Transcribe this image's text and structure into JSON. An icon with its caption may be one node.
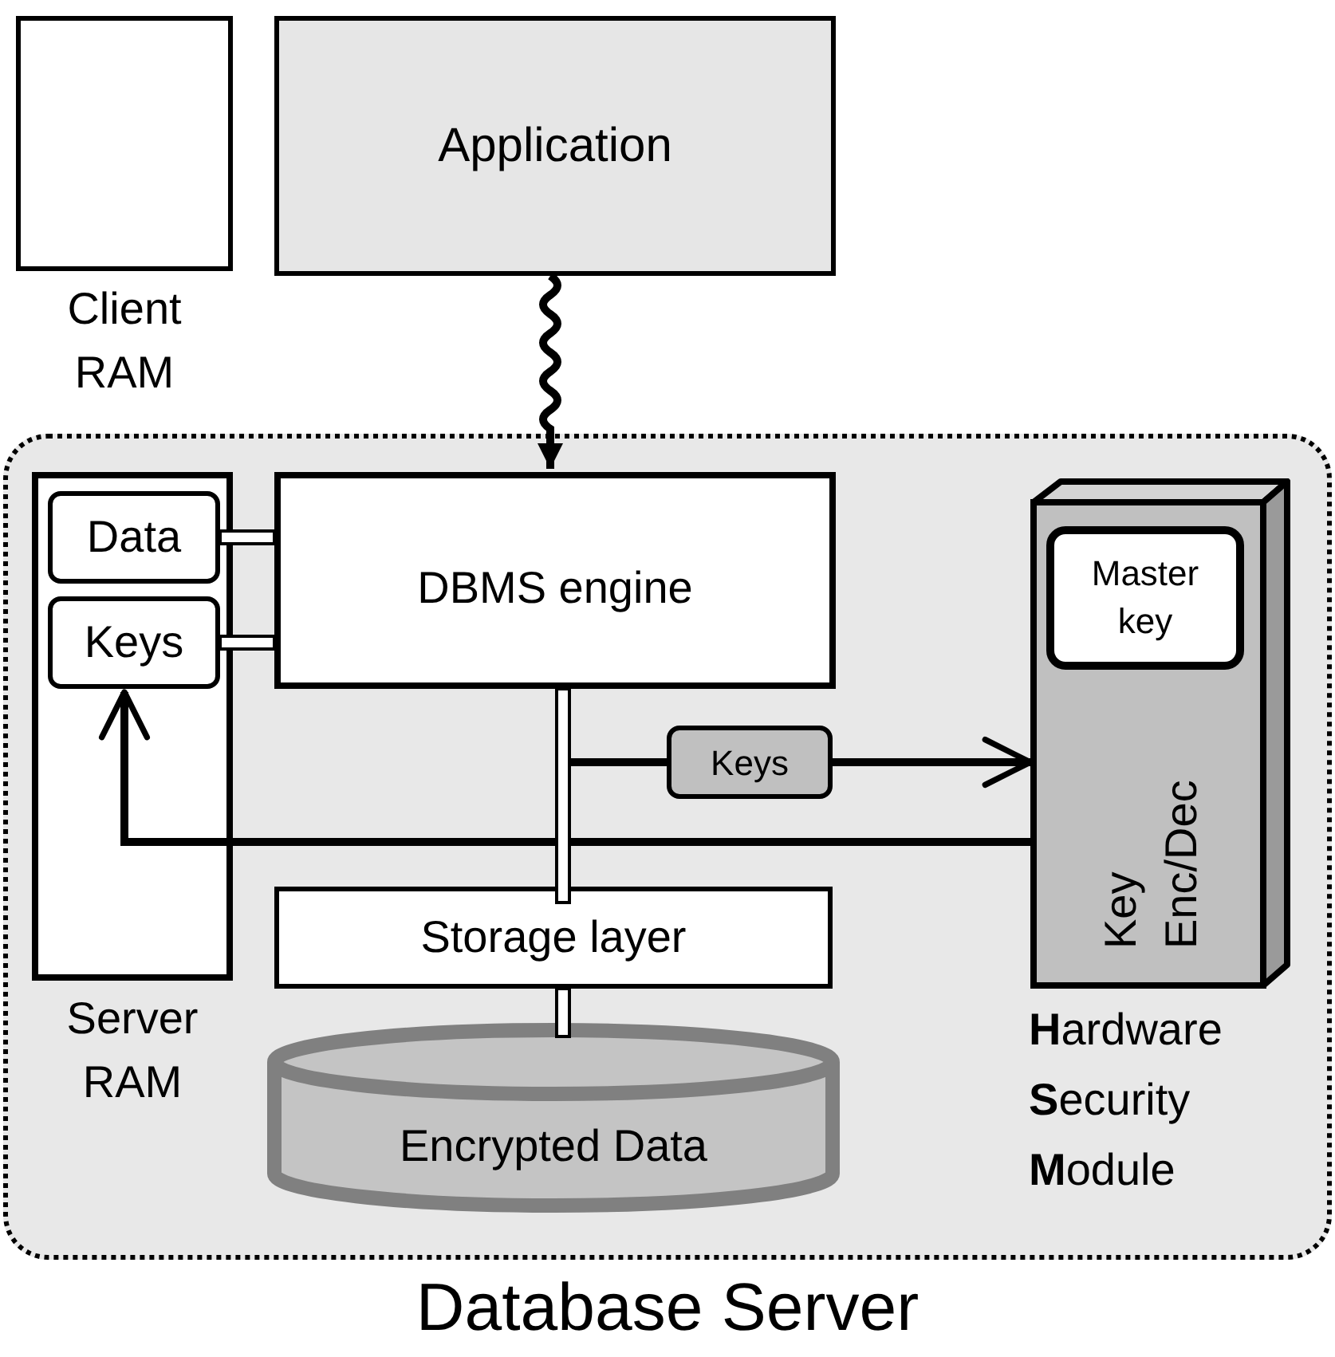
{
  "diagram": {
    "nodes": [
      {
        "text": [
          "Client RAM"
        ]
      },
      {
        "text": [
          "Application"
        ]
      },
      {
        "text": [
          "Database Server"
        ]
      },
      {
        "text": [
          "Server RAM"
        ],
        "in": 2
      },
      {
        "text": [
          "Data"
        ],
        "in": 3
      },
      {
        "text": [
          "Keys"
        ],
        "in": 3
      },
      {
        "text": [
          "DBMS engine"
        ],
        "in": 2
      },
      {
        "text": [
          "Storage layer"
        ],
        "in": 2
      },
      {
        "text": [
          "Encrypted Data"
        ],
        "in": 2
      },
      {
        "text": [
          "Key Enc/Dec",
          "**H**ardware **S**ecurity **M**odule"
        ],
        "in": 2
      },
      {
        "text": [
          "Master key"
        ],
        "in": 9
      }
    ],
    "edges": [
      {
        "from": 1,
        "to": 6,
        "arrow": "to"
      },
      {
        "from": 4,
        "to": 6,
        "arrow": "none"
      },
      {
        "from": 5,
        "to": 6,
        "arrow": "none"
      },
      {
        "from": 6,
        "to": 7,
        "arrow": "none"
      },
      {
        "from": 7,
        "to": 8,
        "arrow": "none"
      },
      {
        "from": 6,
        "to": 9,
        "arrow": "to",
        "label": "Keys"
      },
      {
        "from": 9,
        "to": 5,
        "arrow": "to"
      }
    ]
  }
}
